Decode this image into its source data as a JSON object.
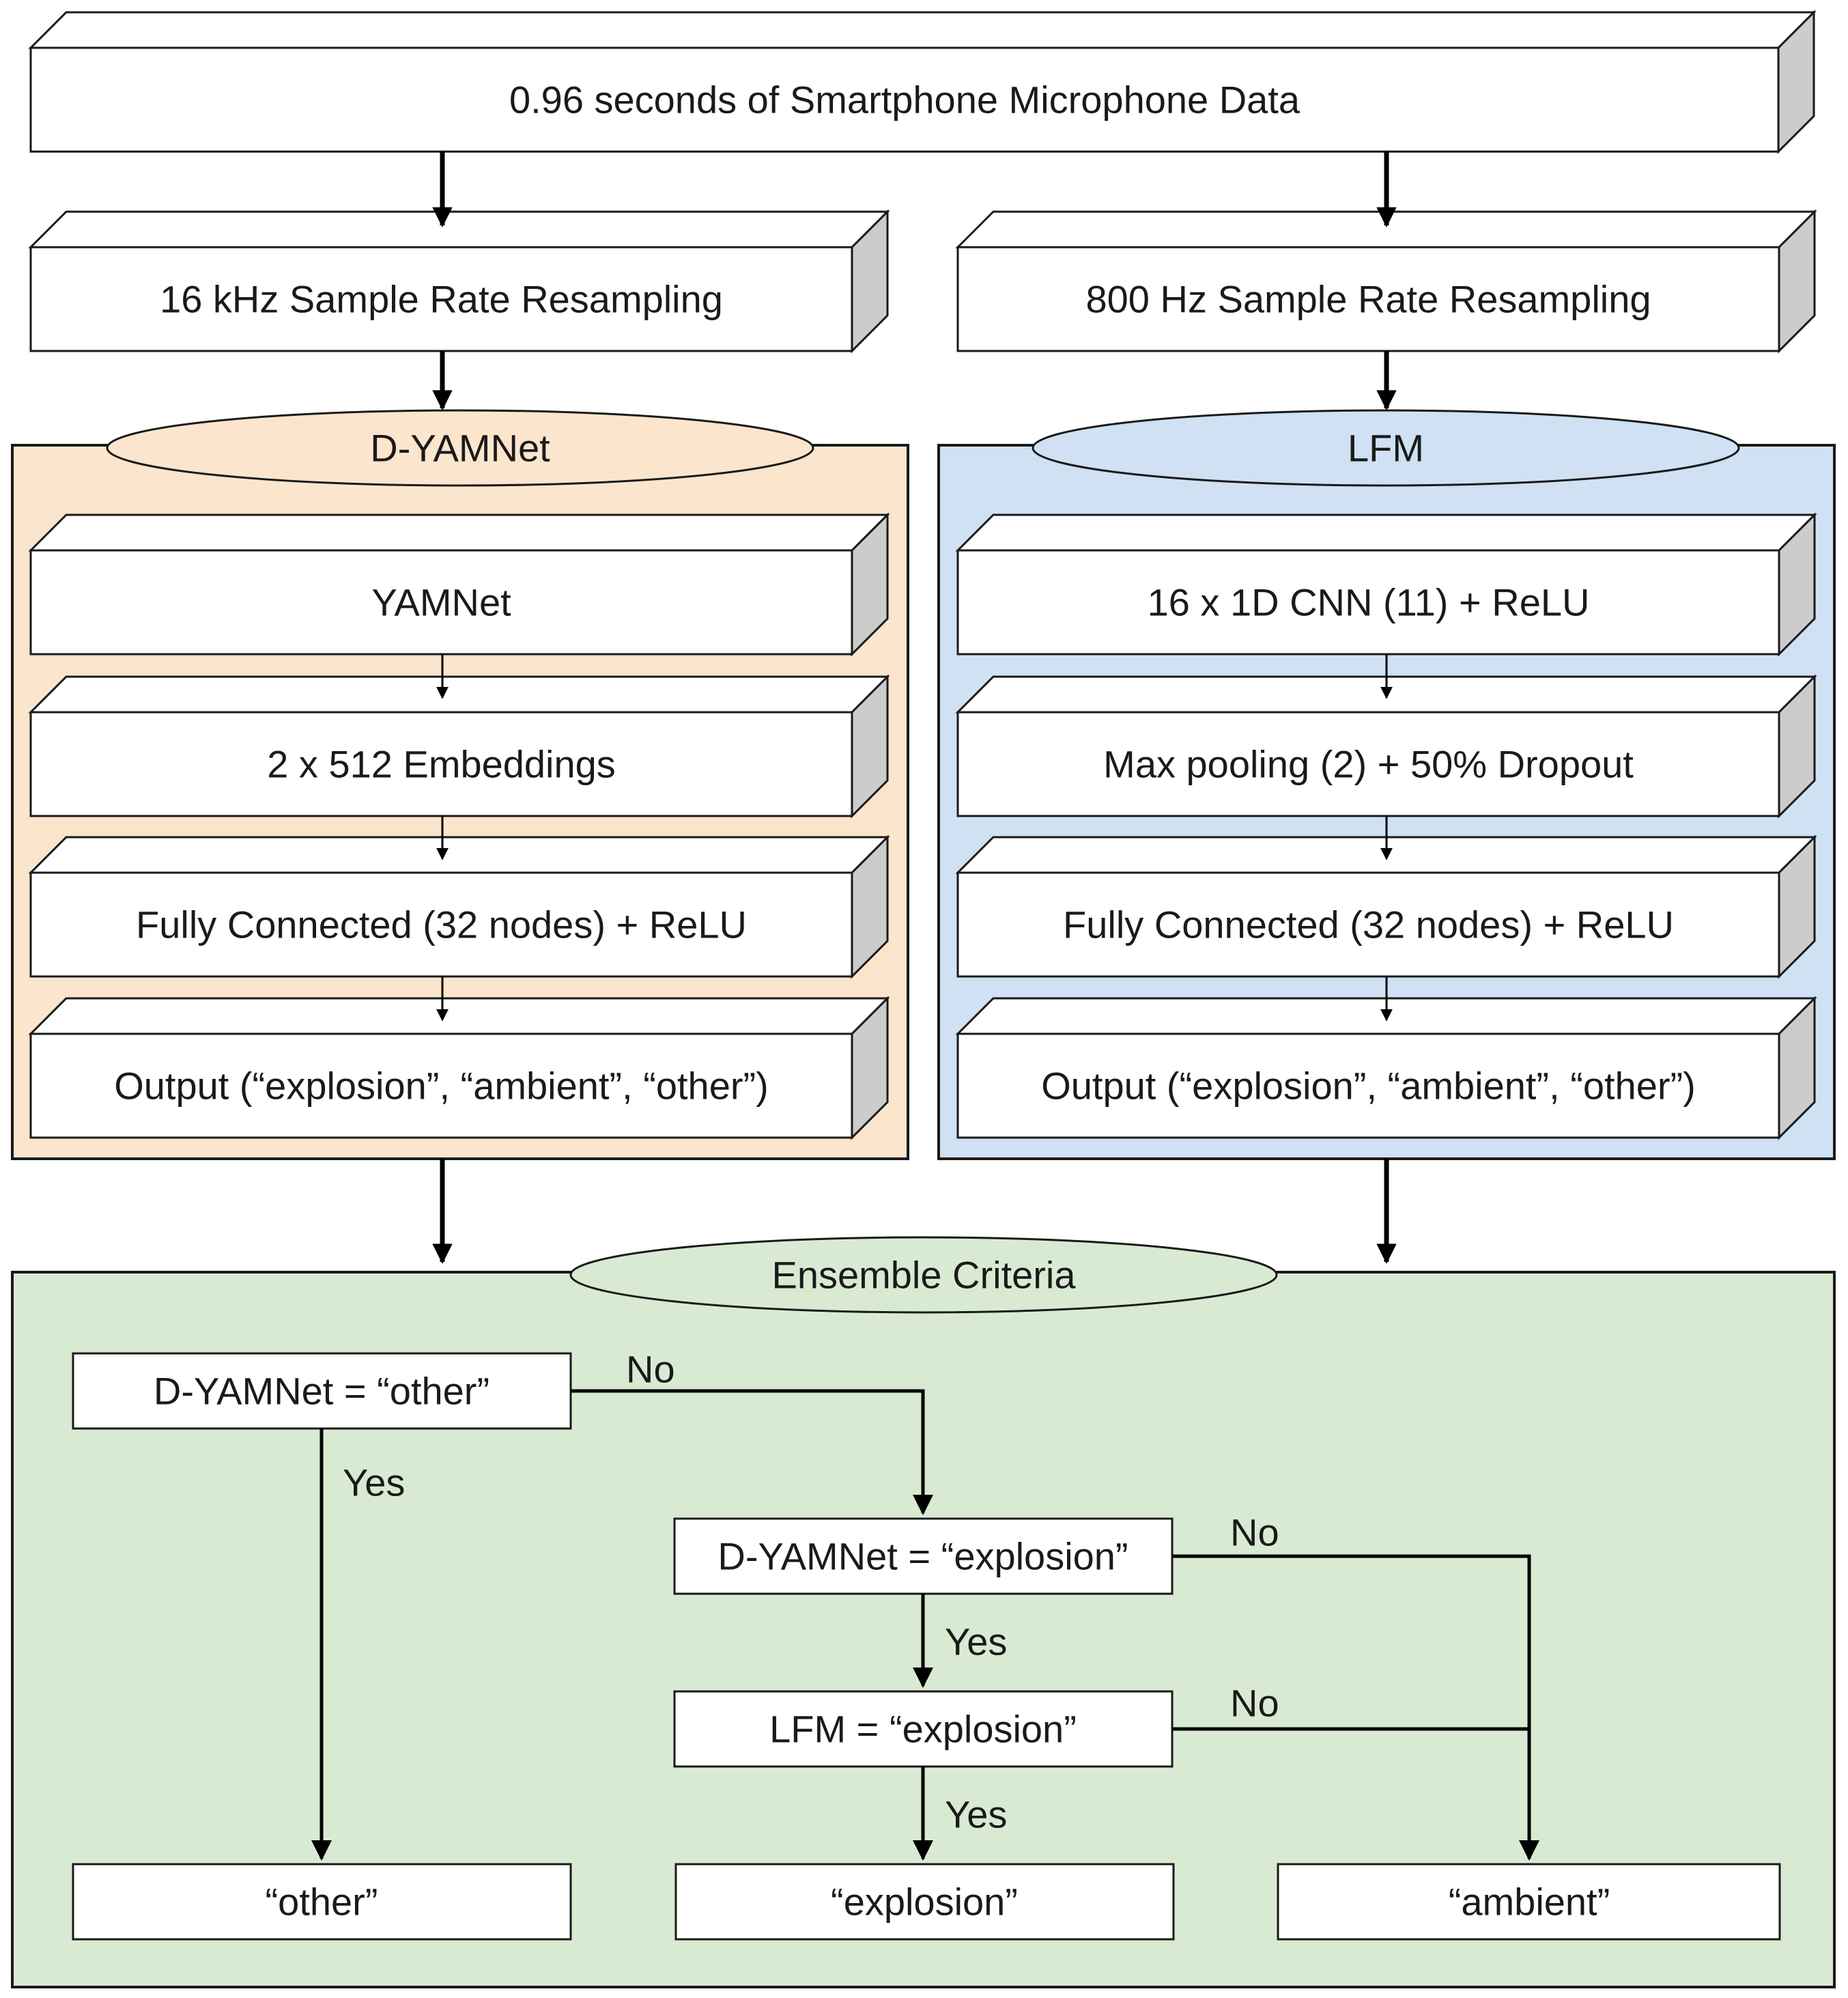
{
  "input": {
    "label": "0.96 seconds of Smartphone Microphone Data"
  },
  "resample_left": {
    "label": "16 kHz Sample Rate Resampling"
  },
  "resample_right": {
    "label": "800 Hz Sample Rate Resampling"
  },
  "dyamnet": {
    "title": "D-YAMNet",
    "layers": [
      "YAMNet",
      "2 x 512 Embeddings",
      "Fully Connected (32 nodes) + ReLU",
      "Output (“explosion”, “ambient”, “other”)"
    ]
  },
  "lfm": {
    "title": "LFM",
    "layers": [
      "16 x 1D CNN (11)  + ReLU",
      "Max pooling (2) + 50% Dropout",
      "Fully Connected (32 nodes) + ReLU",
      "Output (“explosion”, “ambient”, “other”)"
    ]
  },
  "ensemble": {
    "title": "Ensemble Criteria",
    "decision_1": "D-YAMNet = “other”",
    "decision_2": "D-YAMNet = “explosion”",
    "decision_3": "LFM = “explosion”",
    "branch_no": "No",
    "branch_yes": "Yes",
    "outputs": [
      "“other”",
      "“explosion”",
      "“ambient”"
    ]
  },
  "colors": {
    "dyamnet_bg": "#fbe5cd",
    "lfm_bg": "#cfe1f3",
    "ensemble_bg": "#d9ead3",
    "box_side": "#cccccc"
  }
}
